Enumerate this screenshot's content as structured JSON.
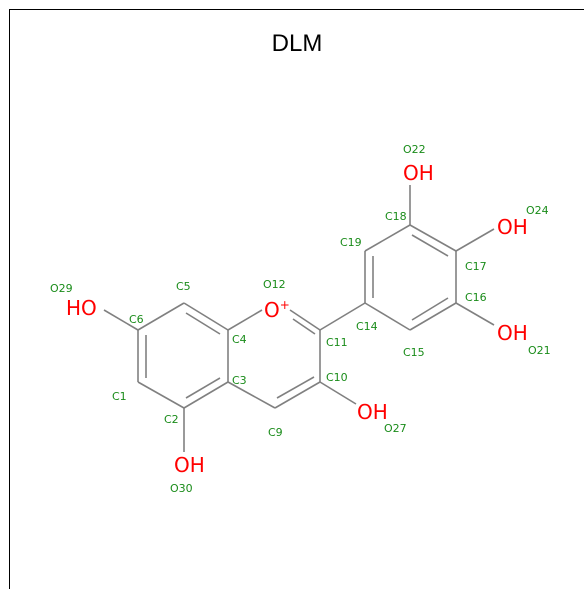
{
  "title": "DLM",
  "hetero_labels": {
    "O29": "HO",
    "O12": "O",
    "O12_charge": "+",
    "O30": "OH",
    "O27": "OH",
    "O21": "OH",
    "O24": "OH",
    "O22": "OH"
  },
  "atom_labels": {
    "C5": "C5",
    "C6": "C6",
    "C4": "C4",
    "C3": "C3",
    "C1": "C1",
    "C2": "C2",
    "C9": "C9",
    "C10": "C10",
    "C11": "C11",
    "C14": "C14",
    "C15": "C15",
    "C16": "C16",
    "C17": "C17",
    "C18": "C18",
    "C19": "C19",
    "O29": "O29",
    "O12": "O12",
    "O30": "O30",
    "O27": "O27",
    "O21": "O21",
    "O24": "O24",
    "O22": "O22"
  },
  "colors": {
    "bond": "#808080",
    "hetero": "#ff0000",
    "atom_label": "#1a8c1a"
  }
}
